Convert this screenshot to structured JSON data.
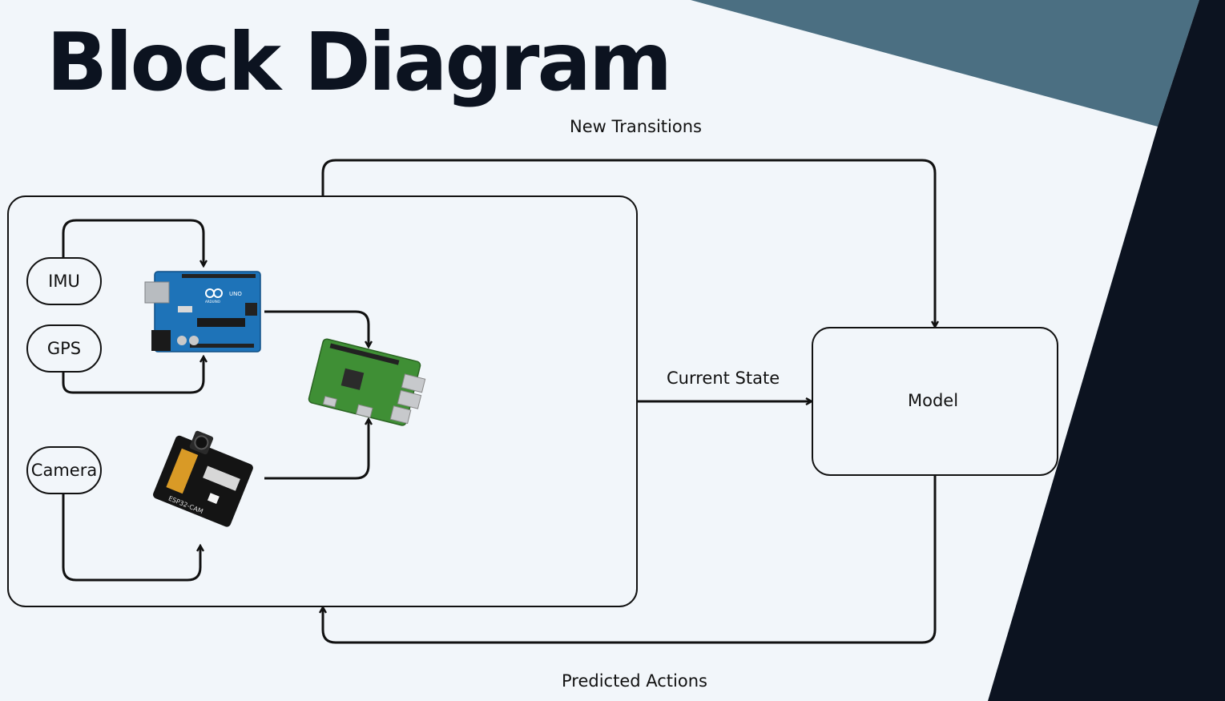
{
  "title": "Block Diagram",
  "labels": {
    "new_transitions": "New Transitions",
    "current_state": "Current State",
    "predicted_actions": "Predicted Actions"
  },
  "nodes": {
    "imu": "IMU",
    "gps": "GPS",
    "camera": "Camera",
    "model": "Model"
  },
  "boards": {
    "arduino_text": "ARDUINO",
    "arduino_uno": "UNO",
    "esp32": "ESP32-CAM"
  },
  "colors": {
    "background": "#f2f6fa",
    "dark_panel": "#0c1320",
    "teal_panel": "#4b6f82",
    "line": "#111111"
  }
}
